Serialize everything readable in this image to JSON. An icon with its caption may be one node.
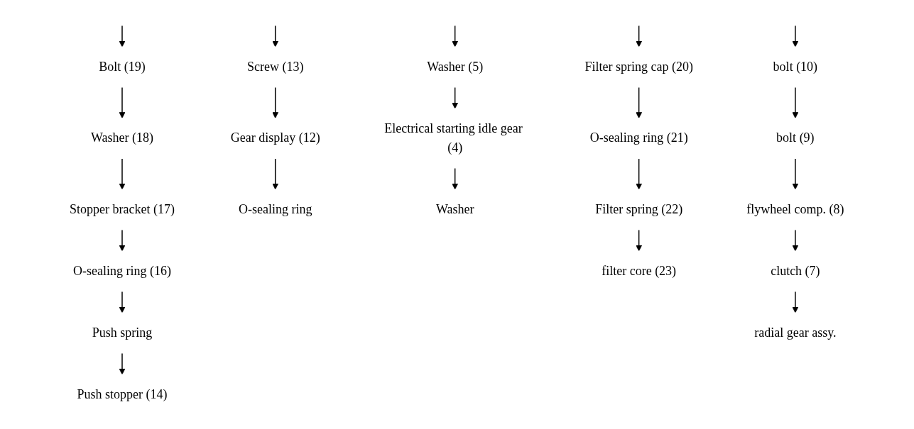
{
  "diagram": {
    "nodes": [
      {
        "text": [
          "Bolt (19)"
        ]
      },
      {
        "text": [
          "Washer (18)"
        ]
      },
      {
        "text": [
          "Stopper bracket (17)"
        ]
      },
      {
        "text": [
          "O-sealing ring (16)"
        ]
      },
      {
        "text": [
          "Push spring"
        ]
      },
      {
        "text": [
          "Push stopper (14)"
        ]
      },
      {
        "text": [
          "Screw (13)"
        ]
      },
      {
        "text": [
          "Gear display (12)"
        ]
      },
      {
        "text": [
          "O-sealing ring"
        ]
      },
      {
        "text": [
          "Washer (5)"
        ]
      },
      {
        "text": [
          "Electrical starting idle gear (4)"
        ]
      },
      {
        "text": [
          "Washer"
        ]
      },
      {
        "text": [
          "Filter spring cap (20)"
        ]
      },
      {
        "text": [
          "O-sealing ring (21)"
        ]
      },
      {
        "text": [
          "Filter spring (22)"
        ]
      },
      {
        "text": [
          "filter core (23)"
        ]
      },
      {
        "text": [
          "bolt (10)"
        ]
      },
      {
        "text": [
          "bolt (9)"
        ]
      },
      {
        "text": [
          "flywheel comp. (8)"
        ]
      },
      {
        "text": [
          "clutch (7)"
        ]
      },
      {
        "text": [
          "radial gear assy."
        ]
      }
    ],
    "edges": [
      {
        "from": null,
        "to": 0,
        "arrow": "to"
      },
      {
        "from": 0,
        "to": 1,
        "arrow": "to"
      },
      {
        "from": 1,
        "to": 2,
        "arrow": "to"
      },
      {
        "from": 2,
        "to": 3,
        "arrow": "to"
      },
      {
        "from": 3,
        "to": 4,
        "arrow": "to"
      },
      {
        "from": 4,
        "to": 5,
        "arrow": "to"
      },
      {
        "from": null,
        "to": 6,
        "arrow": "to"
      },
      {
        "from": 6,
        "to": 7,
        "arrow": "to"
      },
      {
        "from": 7,
        "to": 8,
        "arrow": "to"
      },
      {
        "from": null,
        "to": 9,
        "arrow": "to"
      },
      {
        "from": 9,
        "to": 10,
        "arrow": "to"
      },
      {
        "from": 10,
        "to": 11,
        "arrow": "to"
      },
      {
        "from": null,
        "to": 12,
        "arrow": "to"
      },
      {
        "from": 12,
        "to": 13,
        "arrow": "to"
      },
      {
        "from": 13,
        "to": 14,
        "arrow": "to"
      },
      {
        "from": 14,
        "to": 15,
        "arrow": "to"
      },
      {
        "from": null,
        "to": 16,
        "arrow": "to"
      },
      {
        "from": 16,
        "to": 17,
        "arrow": "to"
      },
      {
        "from": 17,
        "to": 18,
        "arrow": "to"
      },
      {
        "from": 18,
        "to": 19,
        "arrow": "to"
      },
      {
        "from": 19,
        "to": 20,
        "arrow": "to"
      }
    ]
  }
}
